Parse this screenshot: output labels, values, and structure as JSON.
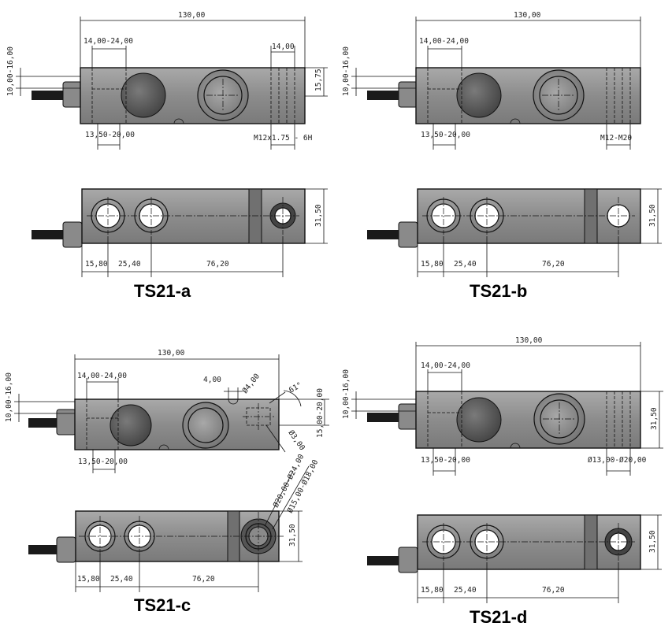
{
  "colors": {
    "body": "#8f8f8f",
    "body_dark": "#6e6e6e",
    "boss": "#5a5a5a",
    "cable": "#1a1a1a",
    "line": "#111111"
  },
  "views": [
    {
      "id": "a",
      "title": "TS21-a",
      "front": {
        "overall": "130,00",
        "upper_left": "14,00-24,00",
        "left_vertical": "10,00-16,00",
        "lower_left": "13,50-20,00",
        "top_right": "14,00",
        "right_vertical": "15,75",
        "bottom_right": "M12x1.75 - 6H"
      },
      "plan": {
        "height": "31,50",
        "d1": "15,80",
        "d2": "25,40",
        "d3": "76,20"
      }
    },
    {
      "id": "b",
      "title": "TS21-b",
      "front": {
        "overall": "130,00",
        "upper_left": "14,00-24,00",
        "left_vertical": "10,00-16,00",
        "lower_left": "13,50-20,00",
        "bottom_right": "M12-M20"
      },
      "plan": {
        "height": "31,50",
        "d1": "15,80",
        "d2": "25,40",
        "d3": "76,20"
      }
    },
    {
      "id": "c",
      "title": "TS21-c",
      "front": {
        "overall": "130,00",
        "upper_left": "14,00-24,00",
        "left_vertical": "10,00-16,00",
        "lower_left": "13,50-20,00",
        "top_mid": "4,00",
        "dia_small": "Ø4,00",
        "angle": "61°",
        "right_vertical": "15,00-20,00",
        "dia_mid": "Ø3,00",
        "dia_ring_outer": "Ø20,00-Ø24,00",
        "dia_ring_inner": "Ø15,00-Ø18,00"
      },
      "plan": {
        "height": "31,50",
        "d1": "15,80",
        "d2": "25,40",
        "d3": "76,20"
      }
    },
    {
      "id": "d",
      "title": "TS21-d",
      "front": {
        "overall": "130,00",
        "upper_left": "14,00-24,00",
        "left_vertical": "10,00-16,00",
        "lower_left": "13,50-20,00",
        "right_vertical": "31,50",
        "bottom_right": "Ø13,00-Ø20,00"
      },
      "plan": {
        "height": "31,50",
        "d1": "15,80",
        "d2": "25,40",
        "d3": "76,20"
      }
    }
  ]
}
